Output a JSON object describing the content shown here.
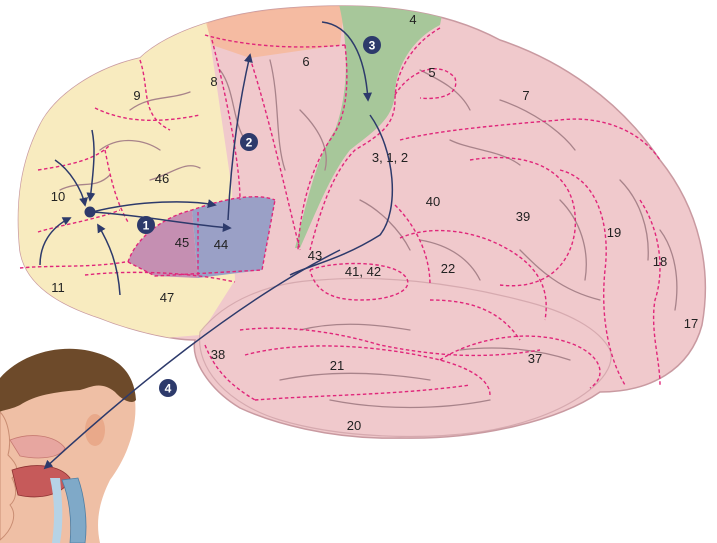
{
  "areas": {
    "a4": "4",
    "a6": "6",
    "a8": "8",
    "a9": "9",
    "a5": "5",
    "a7": "7",
    "a312": "3, 1, 2",
    "a46": "46",
    "a10": "10",
    "a40": "40",
    "a39": "39",
    "a19": "19",
    "a18": "18",
    "a17": "17",
    "a45": "45",
    "a44": "44",
    "a43": "43",
    "a4142": "41, 42",
    "a22": "22",
    "a11": "11",
    "a47": "47",
    "a38": "38",
    "a21": "21",
    "a37": "37",
    "a20": "20"
  },
  "steps": {
    "s1": "1",
    "s2": "2",
    "s3": "3",
    "s4": "4"
  },
  "colors": {
    "brain_base": "#f0c9cc",
    "prefrontal": "#f8ebbf",
    "motor_strip": "#a7c79a",
    "premotor": "#f6b89a",
    "broca_45": "#c58fb2",
    "broca_44": "#9aa0c6",
    "boundary": "#e0267a",
    "arrow": "#2d3a6b"
  }
}
